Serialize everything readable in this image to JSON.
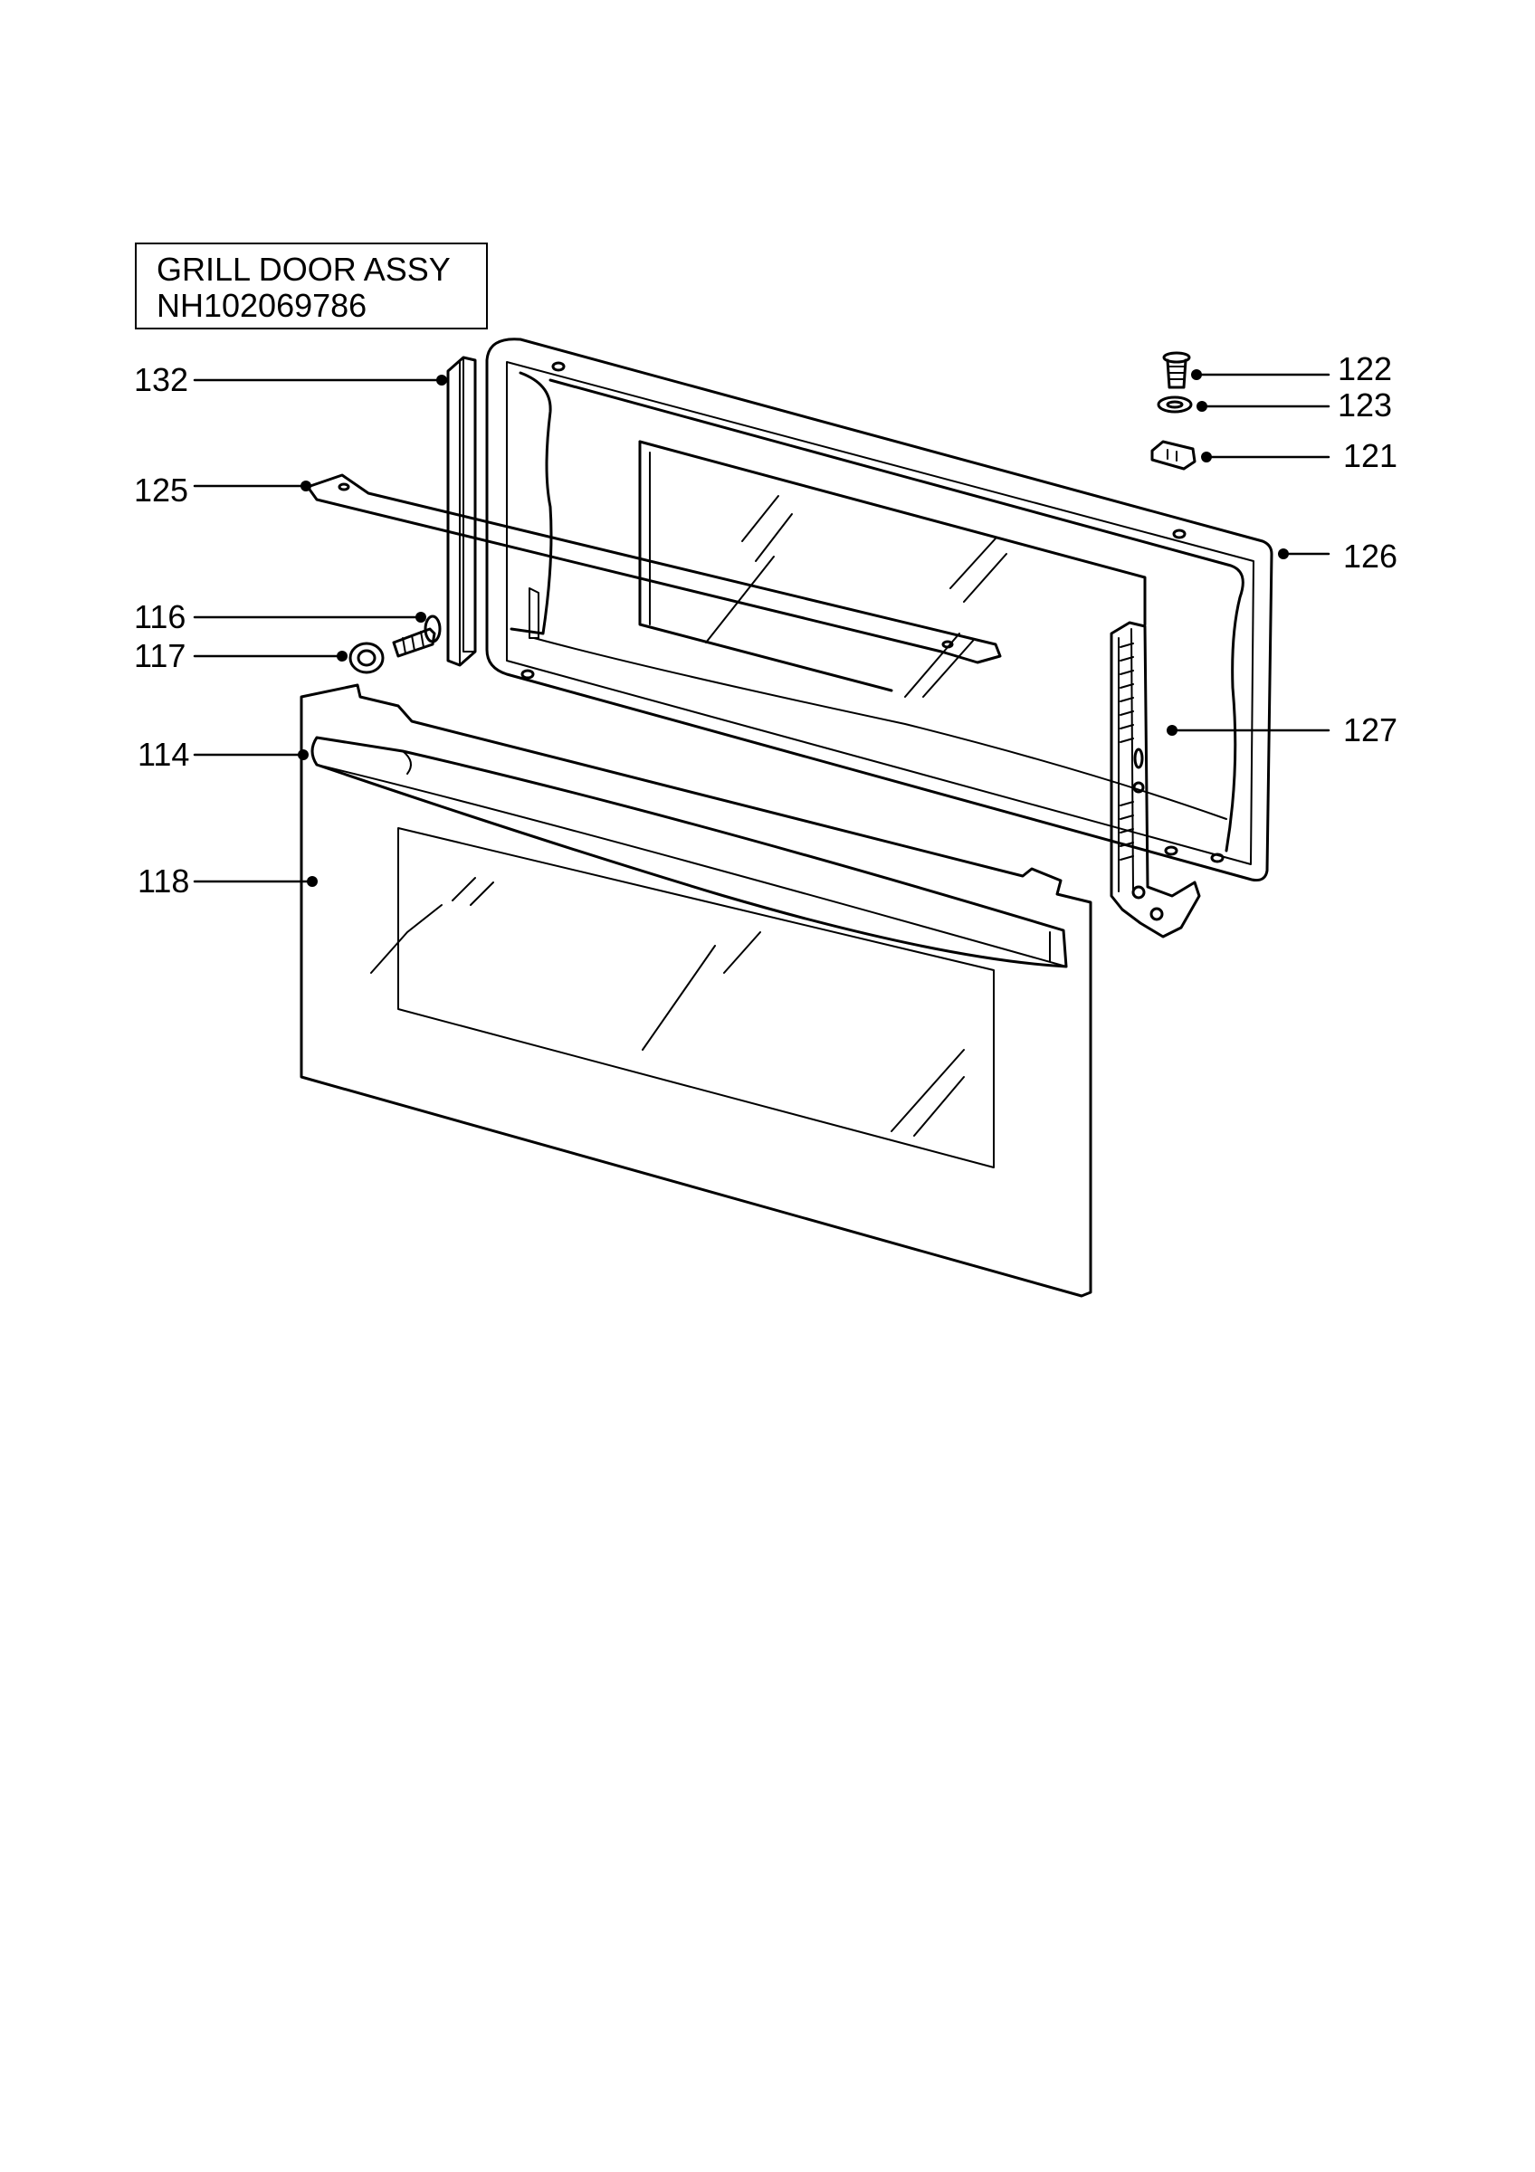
{
  "title": {
    "line1": "GRILL DOOR ASSY",
    "line2": "NH102069786"
  },
  "callouts": {
    "c132": "132",
    "c125": "125",
    "c116": "116",
    "c117": "117",
    "c114": "114",
    "c118": "118",
    "c122": "122",
    "c123": "123",
    "c121": "121",
    "c126": "126",
    "c127": "127"
  }
}
